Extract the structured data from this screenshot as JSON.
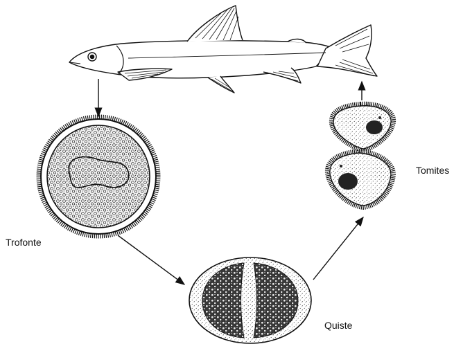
{
  "labels": {
    "trofonte": "Trofonte",
    "quiste": "Quiste",
    "tomites": "Tomites"
  },
  "colors": {
    "ink": "#111111",
    "paper": "#ffffff",
    "nucleus": "#333333"
  }
}
